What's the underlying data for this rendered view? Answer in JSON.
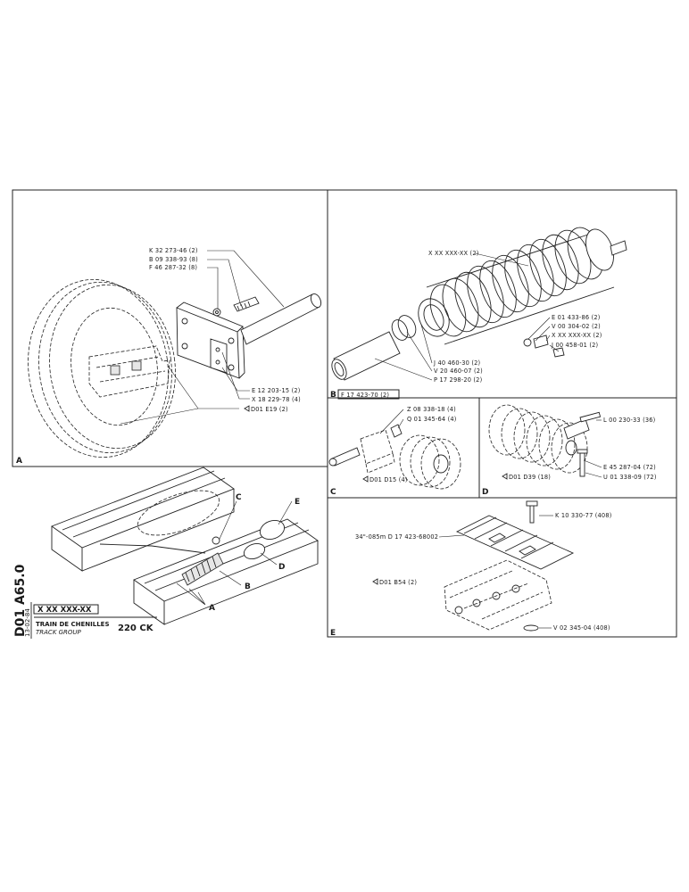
{
  "panels": {
    "a": {
      "letter": "A",
      "labels": [
        "K 32 273-46 (2)",
        "B 09 338-93 (8)",
        "F 46 287-32 (8)",
        "E 12 203-15 (2)",
        "X 18 229-78 (4)",
        "D01 E19 (2)"
      ]
    },
    "b": {
      "letter": "B",
      "ref_box": "F 17 423-70 (2)",
      "labels": [
        "X XX XXX-XX (2)",
        "E 01 433-86 (2)",
        "V 00 304-02 (2)",
        "X XX XXX-XX (2)",
        "J 00 458-01 (2)",
        "J 40 460-30 (2)",
        "V 20 460-07 (2)",
        "P 17 298-20 (2)"
      ]
    },
    "c": {
      "letter": "C",
      "labels": [
        "Z 08 338-18 (4)",
        "Q 01 345-64 (4)",
        "D01 D15 (4)"
      ]
    },
    "d": {
      "letter": "D",
      "labels": [
        "L 00 230-33 (36)",
        "E 45 287-04 (72)",
        "U 01 338-09 (72)",
        "D01 D39 (18)"
      ]
    },
    "e": {
      "letter": "E",
      "labels": [
        "K 10 330-77 (408)",
        "34\"-085m  D 17 423-68002",
        "D01 B54 (2)",
        "V 02 345-04 (408)"
      ]
    }
  },
  "overview": {
    "callouts": [
      "A",
      "B",
      "C",
      "D",
      "E"
    ]
  },
  "title_block": {
    "ref": "X XX XXX-XX",
    "title_fr": "TRAIN DE CHENILLES",
    "title_en": "TRACK GROUP",
    "model": "220 CK",
    "date": "13-02-84",
    "doc_number": "D01 A65.0"
  }
}
